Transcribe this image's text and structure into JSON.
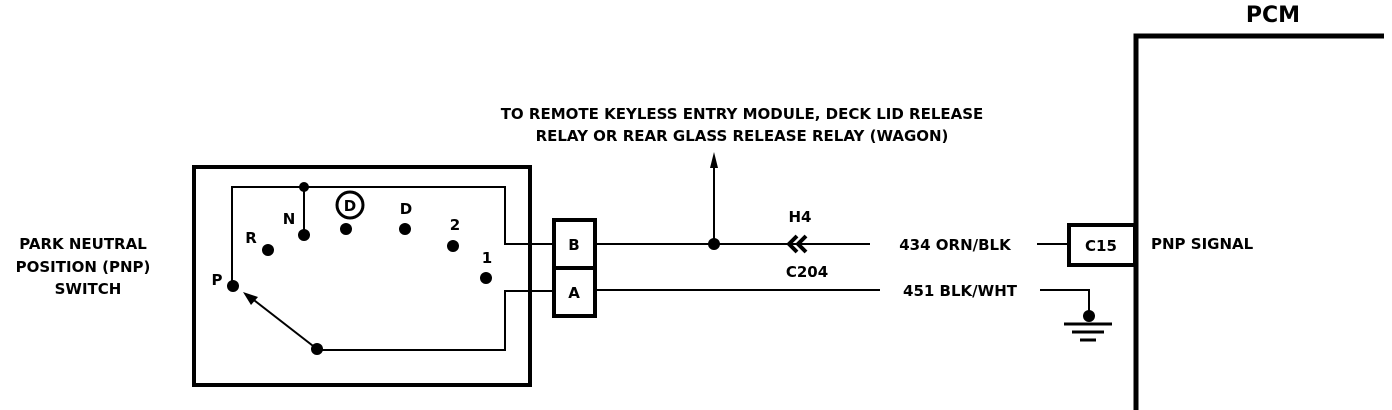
{
  "diagram": {
    "type": "wiring-schematic",
    "pcm": {
      "title": "PCM",
      "terminal": "C15",
      "signal_label": "PNP SIGNAL"
    },
    "switch": {
      "label_lines": [
        "PARK NEUTRAL",
        "POSITION (PNP)",
        "SWITCH"
      ],
      "positions": [
        "P",
        "R",
        "N",
        "D",
        "D",
        "2",
        "1"
      ],
      "overdrive_label": "D",
      "connector_pins": [
        "B",
        "A"
      ]
    },
    "branch_note": {
      "lines": [
        "TO REMOTE KEYLESS ENTRY MODULE, DECK LID RELEASE",
        "RELAY OR REAR GLASS RELEASE RELAY (WAGON)"
      ]
    },
    "inline_connector": {
      "pin": "H4",
      "name": "C204"
    },
    "wires": [
      {
        "circuit": "434 ORN/BLK",
        "label": "434 ORN/BLK",
        "from": "B",
        "to": "C15"
      },
      {
        "circuit": "451 BLK/WHT",
        "label": "451 BLK/WHT",
        "from": "A",
        "to": "ground"
      }
    ],
    "colors": {
      "line": "#000000",
      "background": "#ffffff"
    }
  }
}
